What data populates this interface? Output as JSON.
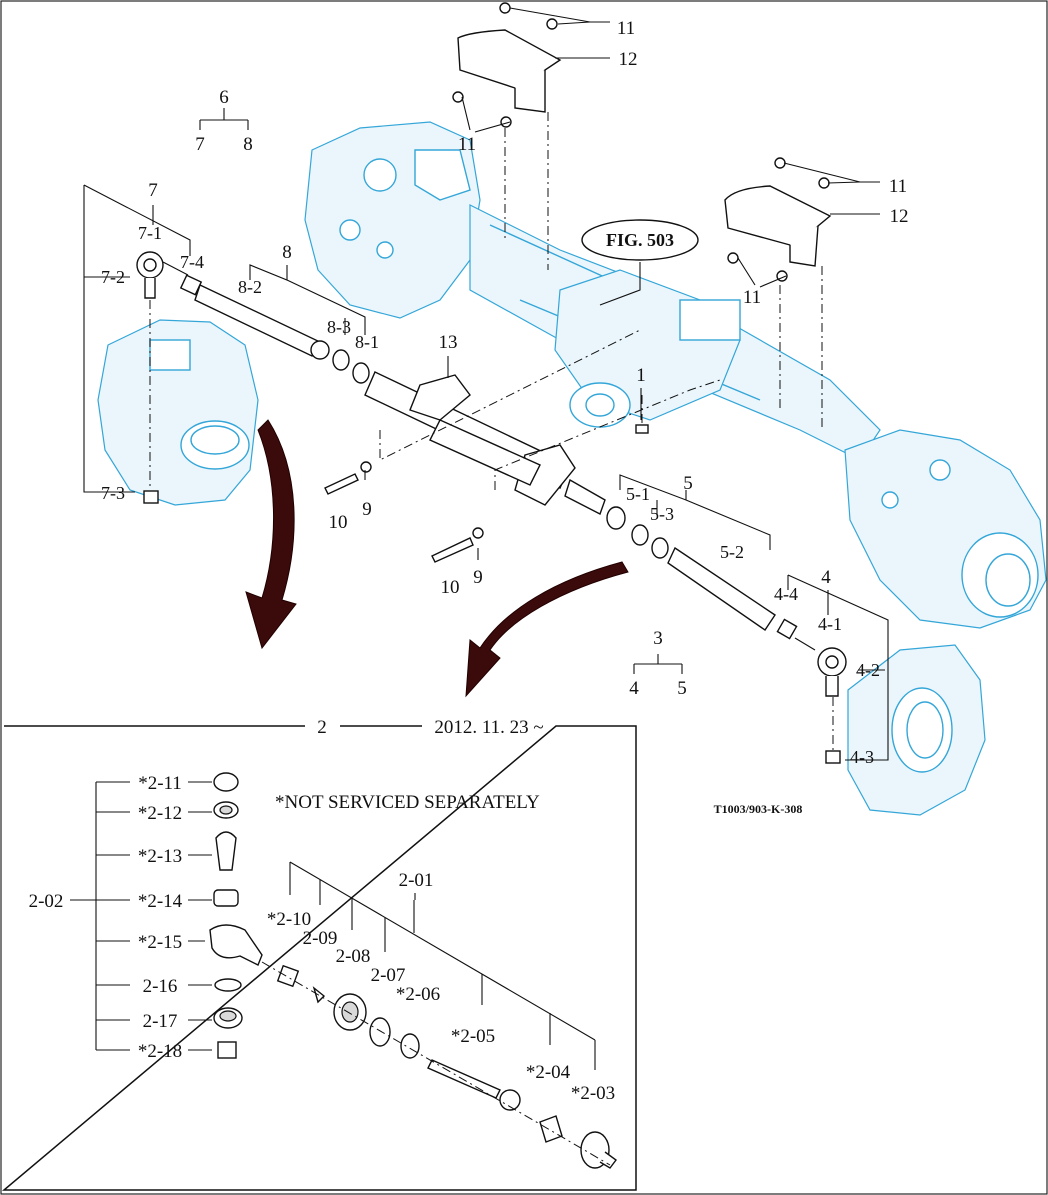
{
  "figure_ref": "FIG. 503",
  "drawing_code": "T1003/903-K-308",
  "inset": {
    "title": "2",
    "date": "2012. 11. 23 ~",
    "note": "*NOT SERVICED SEPARATELY"
  },
  "main_labels": {
    "l6": "6",
    "l7a": "7",
    "l8a": "8",
    "l7": "7",
    "l7_1": "7-1",
    "l7_2": "7-2",
    "l7_3": "7-3",
    "l7_4": "7-4",
    "l8": "8",
    "l8_1": "8-1",
    "l8_2": "8-2",
    "l8_3": "8-3",
    "l13": "13",
    "l1": "1",
    "l9a": "9",
    "l9b": "9",
    "l10a": "10",
    "l10b": "10",
    "l5": "5",
    "l5_1": "5-1",
    "l5_2": "5-2",
    "l5_3": "5-3",
    "l4": "4",
    "l4_1": "4-1",
    "l4_2": "4-2",
    "l4_3": "4-3",
    "l4_4": "4-4",
    "l3": "3",
    "l3_4": "4",
    "l3_5": "5",
    "l11a": "11",
    "l11b": "11",
    "l11c": "11",
    "l11d": "11",
    "l12a": "12",
    "l12b": "12"
  },
  "inset_labels": {
    "p2_02": "2-02",
    "p2_11": "*2-11",
    "p2_12": "*2-12",
    "p2_13": "*2-13",
    "p2_14": "*2-14",
    "p2_15": "*2-15",
    "p2_16": "2-16",
    "p2_17": "2-17",
    "p2_18": "*2-18",
    "p2_01": "2-01",
    "p2_10": "*2-10",
    "p2_09": "2-09",
    "p2_08": "2-08",
    "p2_07": "2-07",
    "p2_06": "*2-06",
    "p2_05": "*2-05",
    "p2_04": "*2-04",
    "p2_03": "*2-03"
  },
  "colors": {
    "line": "#111111",
    "housing": "#34a6d8",
    "arrow": "#3b0a0a"
  }
}
